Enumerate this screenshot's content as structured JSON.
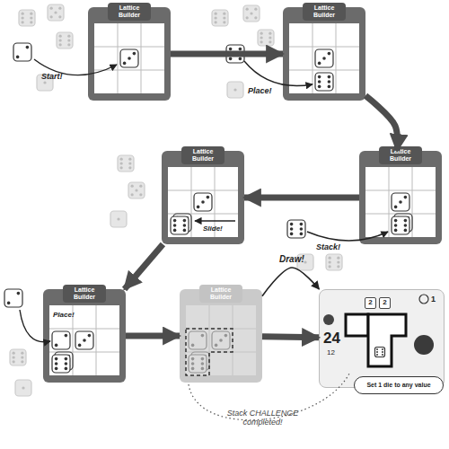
{
  "diagram": {
    "nodes": [
      {
        "text": [
          "Lattice Builder"
        ]
      },
      {
        "text": [
          "Lattice Builder"
        ]
      },
      {
        "text": [
          "Lattice Builder"
        ]
      },
      {
        "text": [
          "Lattice Builder"
        ]
      },
      {
        "text": [
          "Lattice Builder"
        ]
      },
      {
        "text": [
          "Lattice Builder"
        ]
      },
      {
        "text": [
          "1",
          "2",
          "2",
          "24",
          "12"
        ]
      },
      {
        "text": [
          "Set 1 die to any value"
        ],
        "in": 6
      }
    ],
    "edges": [
      {
        "from": 0,
        "to": 1,
        "arrow": "to"
      },
      {
        "from": 1,
        "to": 2,
        "arrow": "to"
      },
      {
        "from": 2,
        "to": 3,
        "arrow": "to"
      },
      {
        "from": 3,
        "to": 4,
        "arrow": "to"
      },
      {
        "from": 4,
        "to": 5,
        "arrow": "to"
      },
      {
        "from": 5,
        "to": 6,
        "arrow": "to"
      },
      {
        "from": 5,
        "to": 6,
        "label": "Draw!",
        "arrow": "to"
      }
    ],
    "labels": [
      "Start!",
      "Place!",
      "Stack!",
      "Slide!",
      "Place!",
      "Stack CHALLENGE completed!"
    ]
  }
}
